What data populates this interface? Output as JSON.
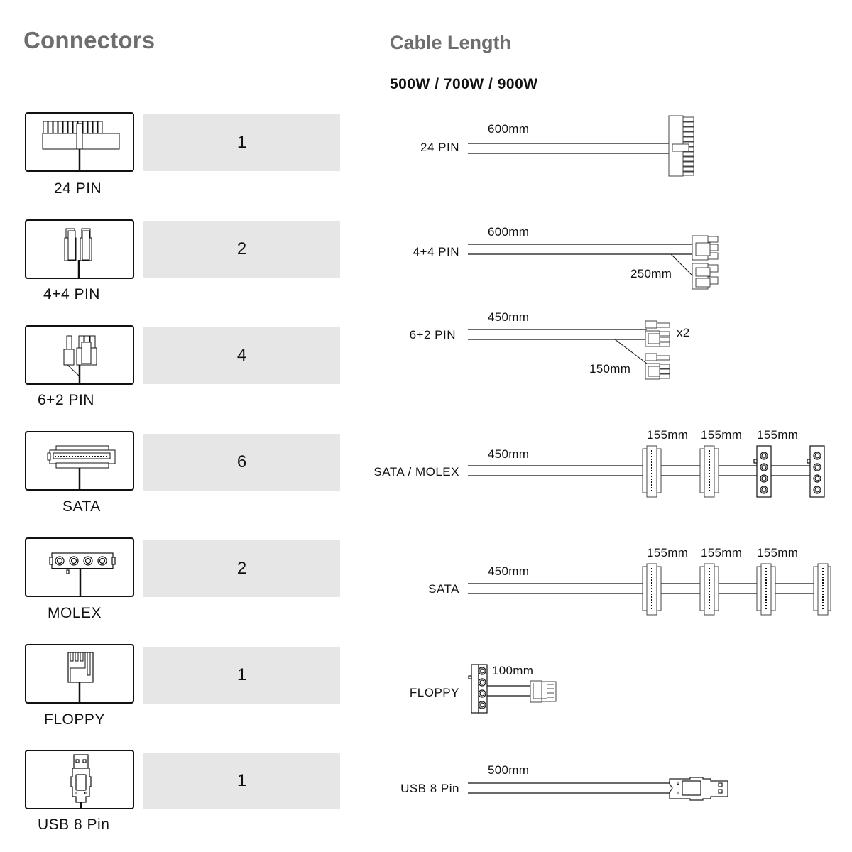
{
  "headers": {
    "connectors_title": "Connectors",
    "cable_length_title": "Cable Length",
    "wattage_models": "500W / 700W / 900W"
  },
  "connectors": [
    {
      "id": "24pin",
      "label": "24 PIN",
      "quantity": "1",
      "icon": "atx-24pin-connector-icon"
    },
    {
      "id": "4plus4pin",
      "label": "4+4 PIN",
      "quantity": "2",
      "icon": "cpu-4plus4pin-connector-icon"
    },
    {
      "id": "6plus2pin",
      "label": "6+2 PIN",
      "quantity": "4",
      "icon": "pcie-6plus2pin-connector-icon"
    },
    {
      "id": "sata",
      "label": "SATA",
      "quantity": "6",
      "icon": "sata-connector-icon"
    },
    {
      "id": "molex",
      "label": "MOLEX",
      "quantity": "2",
      "icon": "molex-connector-icon"
    },
    {
      "id": "floppy",
      "label": "FLOPPY",
      "quantity": "1",
      "icon": "floppy-connector-icon"
    },
    {
      "id": "usb8pin",
      "label": "USB 8 Pin",
      "quantity": "1",
      "icon": "usb-connector-icon"
    }
  ],
  "cables": [
    {
      "id": "24pin",
      "label": "24 PIN",
      "main_length": "600mm",
      "connectors": [
        "24pin"
      ]
    },
    {
      "id": "4plus4pin",
      "label": "4+4 PIN",
      "main_length": "600mm",
      "branch_length": "250mm",
      "connectors": [
        "4+4pin",
        "4+4pin"
      ]
    },
    {
      "id": "6plus2pin",
      "label": "6+2 PIN",
      "main_length": "450mm",
      "branch_length": "150mm",
      "multiplier": "x2",
      "connectors": [
        "6+2pin",
        "6+2pin"
      ]
    },
    {
      "id": "sata-molex",
      "label": "SATA / MOLEX",
      "main_length": "450mm",
      "segment_lengths": [
        "155mm",
        "155mm",
        "155mm"
      ],
      "connectors": [
        "sata",
        "sata",
        "molex",
        "molex"
      ]
    },
    {
      "id": "sata",
      "label": "SATA",
      "main_length": "450mm",
      "segment_lengths": [
        "155mm",
        "155mm",
        "155mm"
      ],
      "connectors": [
        "sata",
        "sata",
        "sata",
        "sata"
      ]
    },
    {
      "id": "floppy",
      "label": "FLOPPY",
      "main_length": "100mm",
      "connectors": [
        "molex",
        "floppy"
      ]
    },
    {
      "id": "usb8pin",
      "label": "USB 8 Pin",
      "main_length": "500mm",
      "connectors": [
        "usb"
      ]
    }
  ]
}
